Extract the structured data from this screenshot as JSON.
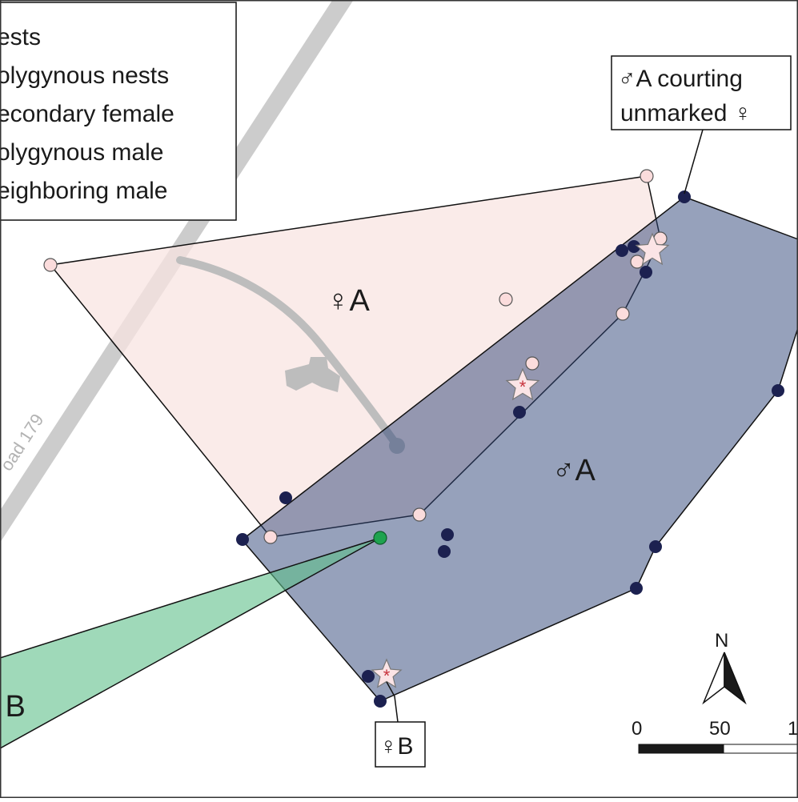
{
  "legend": {
    "items": [
      "ests",
      "olygynous nests",
      "econdary female",
      "olygynous male",
      "eighboring male"
    ]
  },
  "road": {
    "label": "oad 179"
  },
  "territories": {
    "female_a": {
      "label": "♀A",
      "fill": "#f8e4e2",
      "opacity": 0.75
    },
    "male_a": {
      "label": "♂A",
      "fill": "#2e4478",
      "opacity": 0.5
    },
    "female_b": {
      "label": "♀B",
      "fill": "#5fbf8a",
      "opacity": 0.6
    }
  },
  "callouts": {
    "courting_line1": "♂A courting",
    "courting_line2": "unmarked ♀",
    "female_b_box": "♀B"
  },
  "north_arrow": {
    "label": "N"
  },
  "scale_bar": {
    "labels": [
      "0",
      "50",
      "1"
    ]
  },
  "colors": {
    "navy_point": "#1c2150",
    "pink_point": "#fbdcdc",
    "green_point": "#1ea34f",
    "star_fill": "#fbe4e6",
    "star_center": "#c8323c",
    "road": "#cccccc",
    "building": "#bdbdbd"
  }
}
